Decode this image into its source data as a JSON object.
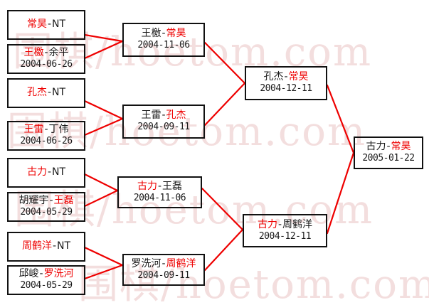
{
  "watermark": {
    "lines": [
      "围棋/hoetom.com",
      "围棋/hoetom.com",
      "围棋/hoetom.com",
      "围棋/hoetom.com"
    ],
    "color": "#f2d9d9"
  },
  "colors": {
    "winner": "#ee0000",
    "loser": "#1a1a1a",
    "box_border": "#111111",
    "connector": "#ee0000",
    "background": "#ffffff"
  },
  "bracket": {
    "rounds": [
      {
        "name": "round-1",
        "matches": [
          {
            "id": "r1m1",
            "left": "常昊",
            "right": "NT",
            "winner": "left",
            "date": ""
          },
          {
            "id": "r1m2",
            "left": "王檄",
            "right": "余平",
            "winner": "left",
            "date": "2004-06-26"
          },
          {
            "id": "r1m3",
            "left": "孔杰",
            "right": "NT",
            "winner": "left",
            "date": ""
          },
          {
            "id": "r1m4",
            "left": "王雷",
            "right": "丁伟",
            "winner": "left",
            "date": "2004-06-26"
          },
          {
            "id": "r1m5",
            "left": "古力",
            "right": "NT",
            "winner": "left",
            "date": ""
          },
          {
            "id": "r1m6",
            "left": "胡耀宇",
            "right": "王磊",
            "winner": "right",
            "date": "2004-05-29"
          },
          {
            "id": "r1m7",
            "left": "周鹤洋",
            "right": "NT",
            "winner": "left",
            "date": ""
          },
          {
            "id": "r1m8",
            "left": "邱峻",
            "right": "罗洗河",
            "winner": "right",
            "date": "2004-05-29"
          }
        ]
      },
      {
        "name": "round-2",
        "matches": [
          {
            "id": "r2m1",
            "left": "王檄",
            "right": "常昊",
            "winner": "right",
            "date": "2004-11-06"
          },
          {
            "id": "r2m2",
            "left": "王雷",
            "right": "孔杰",
            "winner": "right",
            "date": "2004-09-11"
          },
          {
            "id": "r2m3",
            "left": "古力",
            "right": "王磊",
            "winner": "left",
            "date": "2004-11-06"
          },
          {
            "id": "r2m4",
            "left": "罗洗河",
            "right": "周鹤洋",
            "winner": "right",
            "date": "2004-09-11"
          }
        ]
      },
      {
        "name": "semifinal",
        "matches": [
          {
            "id": "r3m1",
            "left": "孔杰",
            "right": "常昊",
            "winner": "right",
            "date": "2004-12-11"
          },
          {
            "id": "r3m2",
            "left": "古力",
            "right": "周鹤洋",
            "winner": "left",
            "date": "2004-12-11"
          }
        ]
      },
      {
        "name": "final",
        "matches": [
          {
            "id": "r4m1",
            "left": "古力",
            "right": "常昊",
            "winner": "right",
            "date": "2005-01-22"
          }
        ]
      }
    ]
  }
}
